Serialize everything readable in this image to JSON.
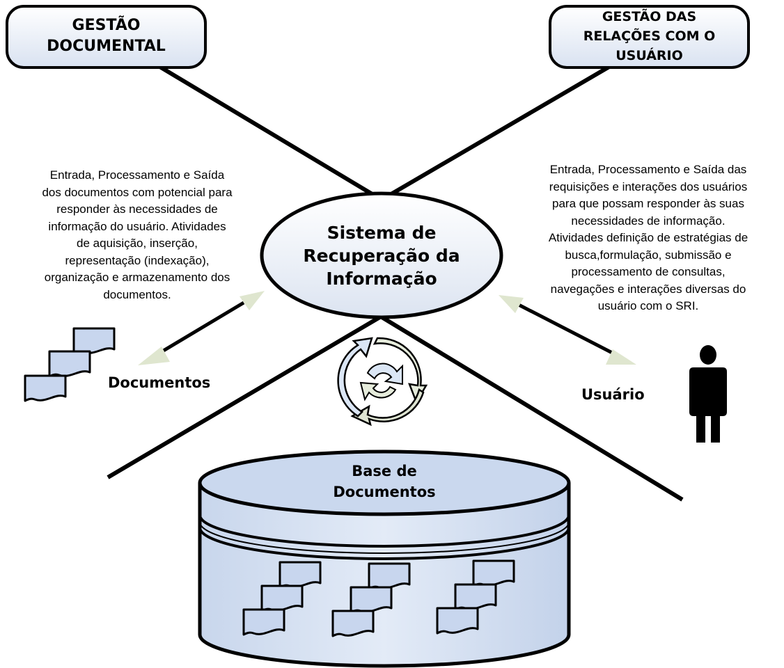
{
  "gestao_documental": {
    "lines": [
      "GESTÃO",
      "DOCUMENTAL"
    ]
  },
  "gestao_relacoes": {
    "lines": [
      "GESTÃO DAS",
      "RELAÇÕES COM O",
      "USUÁRIO"
    ]
  },
  "left_description": {
    "lines": [
      "Entrada, Processamento e Saída",
      "dos documentos com potencial para",
      "responder às necessidades de",
      "informação do usuário. Atividades",
      "de aquisição, inserção,",
      "representação (indexação),",
      "organização e armazenamento dos",
      "documentos."
    ]
  },
  "right_description": {
    "lines": [
      "Entrada, Processamento e Saída das",
      "requisições e interações dos usuários",
      "para que possam responder às suas",
      "necessidades de informação.",
      "Atividades definição de estratégias de",
      "busca,formulação, submissão e",
      "processamento de consultas,",
      "navegações e interações diversas do",
      "usuário com o SRI."
    ]
  },
  "center": {
    "lines": [
      "Sistema de",
      "Recuperação da",
      "Informação"
    ]
  },
  "documentos_label": "Documentos",
  "usuario_label": "Usuário",
  "database": {
    "lines": [
      "Base de",
      "Documentos"
    ]
  },
  "icons": {
    "documents": "stacked-documents-icon",
    "cycle": "cycle-arrows-icon",
    "user": "person-icon",
    "database": "database-cylinder-icon"
  },
  "colors": {
    "fill_light_blue": "#dde6f3",
    "fill_mid_blue": "#b9c9e3",
    "arrow_head": "#dfe6cf",
    "cycle_blue": "#dbe6f5",
    "cycle_green": "#e6ecdc"
  }
}
